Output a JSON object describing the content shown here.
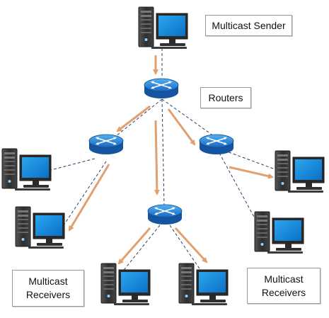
{
  "labels": {
    "sender": "Multicast Sender",
    "routers": "Routers",
    "receivers_left": [
      "Multicast",
      "Receivers"
    ],
    "receivers_right": [
      "Multicast",
      "Receivers"
    ]
  },
  "colors": {
    "arrow": "#e0a070",
    "link": "#2b3f6b",
    "router_top": "#3c9fe8",
    "router_body": "#1b5fb5",
    "monitor_screen": "#1a8fe0",
    "monitor_frame": "#2a2a2a",
    "tower": "#3a3a3a"
  },
  "icons": {
    "router": "router-icon",
    "computer": "computer-icon"
  }
}
